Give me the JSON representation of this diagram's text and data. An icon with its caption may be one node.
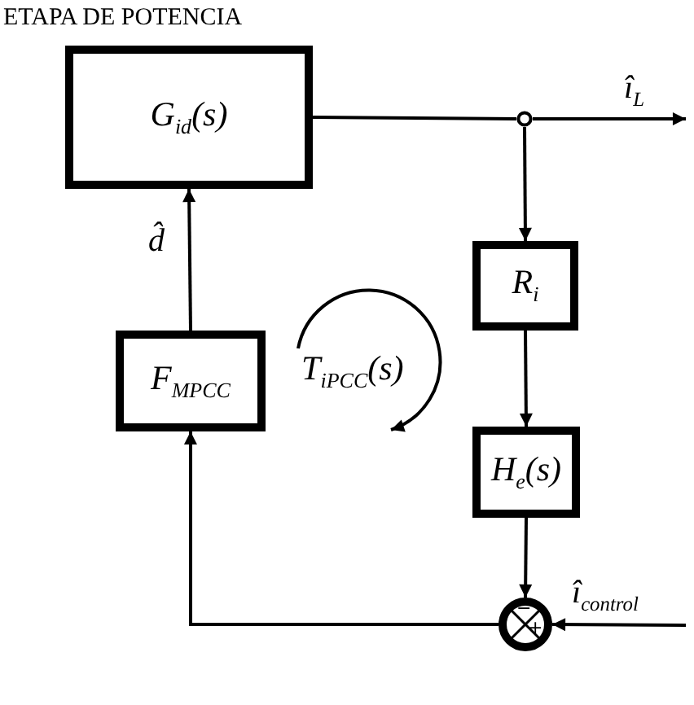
{
  "diagram": {
    "title": "ETAPA DE POTENCIA",
    "nodes": [
      {
        "text": [
          "G$_{id}$(s)"
        ]
      },
      {
        "text": [],
        "shape": "circle"
      },
      {
        "text": [
          "R$_{i}$"
        ]
      },
      {
        "text": [
          "H$_{e}$(s)"
        ]
      },
      {
        "text": [
          "−",
          "+"
        ]
      },
      {
        "text": [
          "F$_{M}$$_{PCC}$"
        ]
      }
    ],
    "edges": [
      {
        "from": 0,
        "to": 1,
        "arrow": "none"
      },
      {
        "from": 1,
        "to": null,
        "arrow": "to",
        "label": "î$_{L}$"
      },
      {
        "from": 1,
        "to": 2,
        "arrow": "to"
      },
      {
        "from": 2,
        "to": 3,
        "arrow": "to"
      },
      {
        "from": 3,
        "to": 4,
        "arrow": "to"
      },
      {
        "from": null,
        "to": 4,
        "arrow": "to",
        "label": "î$_{control}$"
      },
      {
        "from": 4,
        "to": 5,
        "arrow": "to"
      },
      {
        "from": 5,
        "to": 0,
        "arrow": "to",
        "label": "d̂"
      }
    ],
    "labels": [
      "T$_{i}$$_{PCC}$(s)"
    ]
  }
}
